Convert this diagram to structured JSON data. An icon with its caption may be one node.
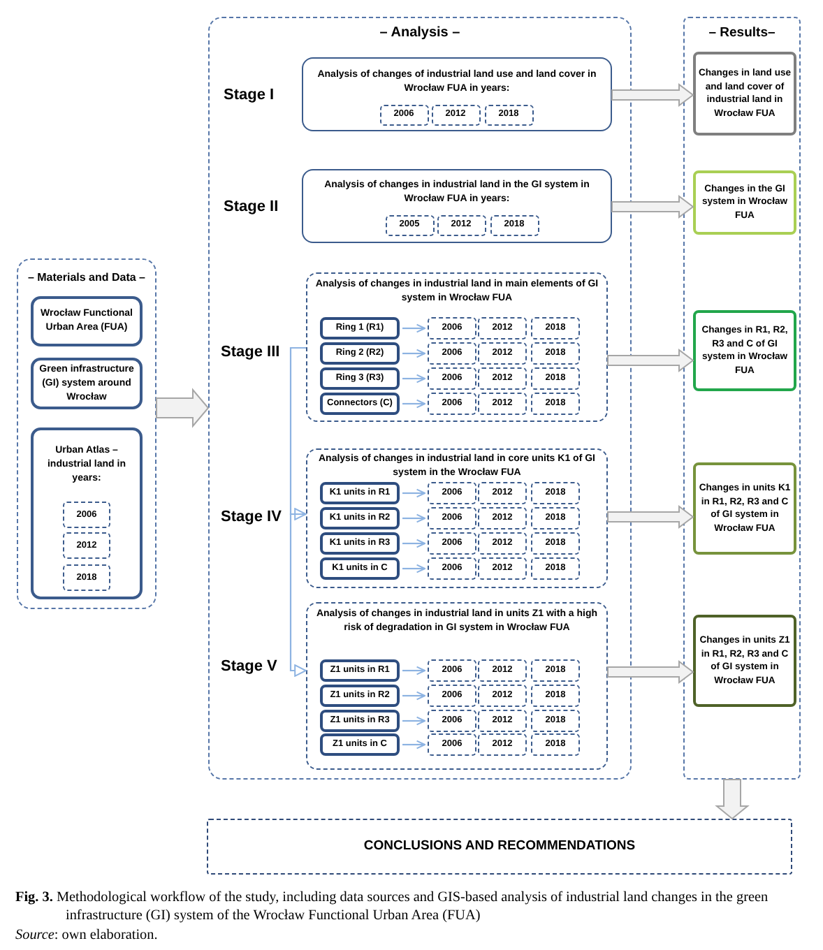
{
  "diagram": {
    "caption": "**Fig. 3.** Methodological workflow of the study, including data sources and GIS-based analysis of industrial land changes in the green infrastructure (GI) system of the Wrocław Functional Urban Area (FUA)",
    "nodes": [
      {
        "text": [
          "– Materials and Data –"
        ]
      },
      {
        "text": [
          "Wrocław Functional Urban Area (FUA)"
        ],
        "in": 0
      },
      {
        "text": [
          "Green infrastructure (GI) system around Wrocław"
        ],
        "in": 0
      },
      {
        "text": [
          "Urban Atlas – industrial land in years:"
        ],
        "in": 0
      },
      {
        "text": [
          "2006"
        ],
        "in": 3
      },
      {
        "text": [
          "2012"
        ],
        "in": 3
      },
      {
        "text": [
          "2018"
        ],
        "in": 3
      },
      {
        "text": [
          "– Analysis –"
        ]
      },
      {
        "text": [
          "Analysis of changes of industrial land use and land cover in Wrocław FUA in years:"
        ],
        "beside": [
          "Stage I"
        ],
        "in": 7
      },
      {
        "text": [
          "2006"
        ],
        "in": 8
      },
      {
        "text": [
          "2012"
        ],
        "in": 8
      },
      {
        "text": [
          "2018"
        ],
        "in": 8
      },
      {
        "text": [
          "Analysis of changes in industrial land in the GI system in Wrocław FUA in years:"
        ],
        "beside": [
          "Stage II"
        ],
        "in": 7
      },
      {
        "text": [
          "2005"
        ],
        "in": 12
      },
      {
        "text": [
          "2012"
        ],
        "in": 12
      },
      {
        "text": [
          "2018"
        ],
        "in": 12
      },
      {
        "text": [
          "Analysis of changes in industrial land in main elements of GI system in Wrocław FUA"
        ],
        "beside": [
          "Stage III"
        ],
        "in": 7
      },
      {
        "text": [
          "Ring 1 (R1)"
        ],
        "in": 16
      },
      {
        "text": [
          "2006"
        ],
        "in": 16
      },
      {
        "text": [
          "2012"
        ],
        "in": 16
      },
      {
        "text": [
          "2018"
        ],
        "in": 16
      },
      {
        "text": [
          "Ring 2 (R2)"
        ],
        "in": 16
      },
      {
        "text": [
          "2006"
        ],
        "in": 16
      },
      {
        "text": [
          "2012"
        ],
        "in": 16
      },
      {
        "text": [
          "2018"
        ],
        "in": 16
      },
      {
        "text": [
          "Ring 3 (R3)"
        ],
        "in": 16
      },
      {
        "text": [
          "2006"
        ],
        "in": 16
      },
      {
        "text": [
          "2012"
        ],
        "in": 16
      },
      {
        "text": [
          "2018"
        ],
        "in": 16
      },
      {
        "text": [
          "Connectors (C)"
        ],
        "in": 16
      },
      {
        "text": [
          "2006"
        ],
        "in": 16
      },
      {
        "text": [
          "2012"
        ],
        "in": 16
      },
      {
        "text": [
          "2018"
        ],
        "in": 16
      },
      {
        "text": [
          "Analysis of changes in industrial land in core units K1 of GI system in the Wrocław FUA"
        ],
        "beside": [
          "Stage IV"
        ],
        "in": 7
      },
      {
        "text": [
          "K1 units in R1"
        ],
        "in": 33
      },
      {
        "text": [
          "2006"
        ],
        "in": 33
      },
      {
        "text": [
          "2012"
        ],
        "in": 33
      },
      {
        "text": [
          "2018"
        ],
        "in": 33
      },
      {
        "text": [
          "K1 units in R2"
        ],
        "in": 33
      },
      {
        "text": [
          "2006"
        ],
        "in": 33
      },
      {
        "text": [
          "2012"
        ],
        "in": 33
      },
      {
        "text": [
          "2018"
        ],
        "in": 33
      },
      {
        "text": [
          "K1 units in R3"
        ],
        "in": 33
      },
      {
        "text": [
          "2006"
        ],
        "in": 33
      },
      {
        "text": [
          "2012"
        ],
        "in": 33
      },
      {
        "text": [
          "2018"
        ],
        "in": 33
      },
      {
        "text": [
          "K1 units in C"
        ],
        "in": 33
      },
      {
        "text": [
          "2006"
        ],
        "in": 33
      },
      {
        "text": [
          "2012"
        ],
        "in": 33
      },
      {
        "text": [
          "2018"
        ],
        "in": 33
      },
      {
        "text": [
          "Analysis of changes in industrial land in units Z1 with a high risk of degradation in GI system in Wrocław FUA"
        ],
        "beside": [
          "Stage V"
        ],
        "in": 7
      },
      {
        "text": [
          "Z1 units in R1"
        ],
        "in": 50
      },
      {
        "text": [
          "2006"
        ],
        "in": 50
      },
      {
        "text": [
          "2012"
        ],
        "in": 50
      },
      {
        "text": [
          "2018"
        ],
        "in": 50
      },
      {
        "text": [
          "Z1 units in R2"
        ],
        "in": 50
      },
      {
        "text": [
          "2006"
        ],
        "in": 50
      },
      {
        "text": [
          "2012"
        ],
        "in": 50
      },
      {
        "text": [
          "2018"
        ],
        "in": 50
      },
      {
        "text": [
          "Z1 units in R3"
        ],
        "in": 50
      },
      {
        "text": [
          "2006"
        ],
        "in": 50
      },
      {
        "text": [
          "2012"
        ],
        "in": 50
      },
      {
        "text": [
          "2018"
        ],
        "in": 50
      },
      {
        "text": [
          "Z1 units in C"
        ],
        "in": 50
      },
      {
        "text": [
          "2006"
        ],
        "in": 50
      },
      {
        "text": [
          "2012"
        ],
        "in": 50
      },
      {
        "text": [
          "2018"
        ],
        "in": 50
      },
      {
        "text": [
          "– Results–"
        ]
      },
      {
        "text": [
          "Changes in land use and land cover of industrial land in Wrocław FUA"
        ],
        "in": 67
      },
      {
        "text": [
          "Changes in the GI system in Wrocław FUA"
        ],
        "in": 67
      },
      {
        "text": [
          "Changes in R1, R2, R3 and C of GI system in Wrocław FUA"
        ],
        "in": 67
      },
      {
        "text": [
          "Changes in units K1 in R1, R2, R3 and C of GI system in Wrocław FUA"
        ],
        "in": 67
      },
      {
        "text": [
          "Changes in units Z1 in R1, R2, R3 and C of GI system in Wrocław FUA"
        ],
        "in": 67
      },
      {
        "text": [
          "CONCLUSIONS AND RECOMMENDATIONS"
        ]
      }
    ],
    "edges": [
      {
        "from": 0,
        "to": 7,
        "arrow": "to",
        "style": "thick",
        "color": "#a6a6a6"
      },
      {
        "from": 16,
        "to": 33,
        "arrow": "to"
      },
      {
        "from": 33,
        "to": 50,
        "arrow": "to"
      },
      {
        "from": 8,
        "to": 68,
        "arrow": "to",
        "style": "thick",
        "color": "#a6a6a6"
      },
      {
        "from": 12,
        "to": 69,
        "arrow": "to",
        "style": "thick",
        "color": "#a6a6a6"
      },
      {
        "from": 16,
        "to": 70,
        "arrow": "to",
        "style": "thick",
        "color": "#a6a6a6"
      },
      {
        "from": 33,
        "to": 71,
        "arrow": "to",
        "style": "thick",
        "color": "#a6a6a6"
      },
      {
        "from": 50,
        "to": 72,
        "arrow": "to",
        "style": "thick",
        "color": "#a6a6a6"
      },
      {
        "from": 67,
        "to": 73,
        "arrow": "to",
        "style": "thick",
        "color": "#a6a6a6"
      },
      {
        "from": 17,
        "to": 18,
        "arrow": "to"
      },
      {
        "from": 21,
        "to": 22,
        "arrow": "to"
      },
      {
        "from": 25,
        "to": 26,
        "arrow": "to"
      },
      {
        "from": 29,
        "to": 30,
        "arrow": "to"
      },
      {
        "from": 34,
        "to": 35,
        "arrow": "to"
      },
      {
        "from": 38,
        "to": 39,
        "arrow": "to"
      },
      {
        "from": 42,
        "to": 43,
        "arrow": "to"
      },
      {
        "from": 46,
        "to": 47,
        "arrow": "to"
      },
      {
        "from": 51,
        "to": 52,
        "arrow": "to"
      },
      {
        "from": 55,
        "to": 56,
        "arrow": "to"
      },
      {
        "from": 59,
        "to": 60,
        "arrow": "to"
      },
      {
        "from": 63,
        "to": 64,
        "arrow": "to"
      }
    ],
    "labels": [
      "*Source*: own elaboration."
    ]
  }
}
